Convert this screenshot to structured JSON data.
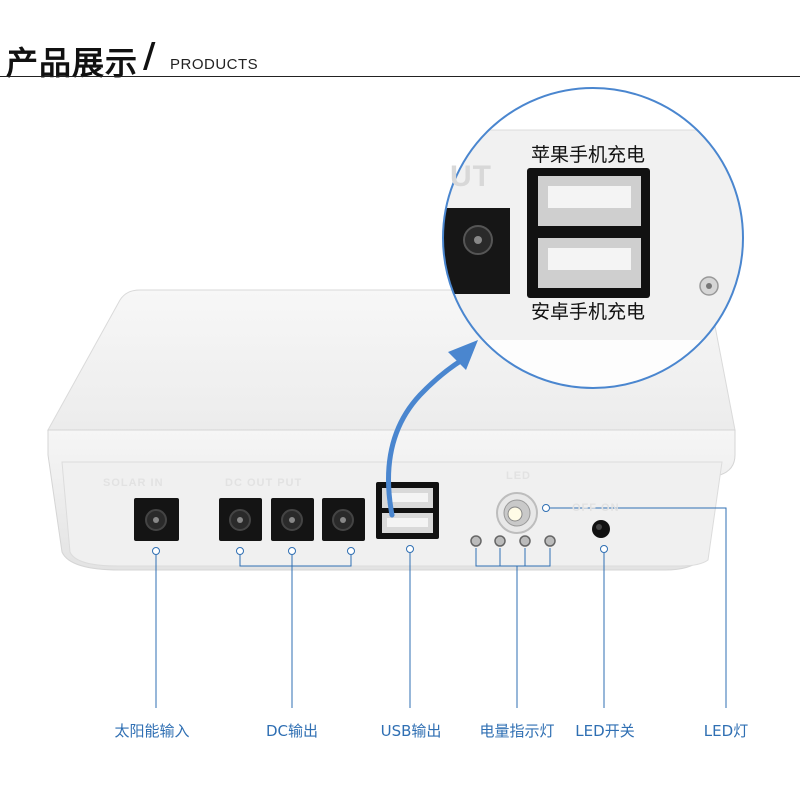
{
  "header": {
    "title_cn": "产品展示",
    "slash": "/",
    "title_en": "PRODUCTS"
  },
  "device_port_labels": {
    "solar_in": "SOLAR IN",
    "dc_output": "DC OUT PUT",
    "led": "LED",
    "switch": "OFF ON"
  },
  "zoom": {
    "top_label": "苹果手机充电",
    "bottom_label": "安卓手机充电",
    "faded_text": "UT"
  },
  "callouts": [
    {
      "id": "solar",
      "label": "太阳能输入"
    },
    {
      "id": "dc",
      "label": "DC输出"
    },
    {
      "id": "usb",
      "label": "USB输出"
    },
    {
      "id": "battery",
      "label": "电量指示灯"
    },
    {
      "id": "ledswitch",
      "label": "LED开关"
    },
    {
      "id": "ledlight",
      "label": "LED灯"
    }
  ],
  "colors": {
    "accent": "#2f6fb3",
    "arrow": "#4a86cf",
    "device": "#f4f4f4"
  }
}
